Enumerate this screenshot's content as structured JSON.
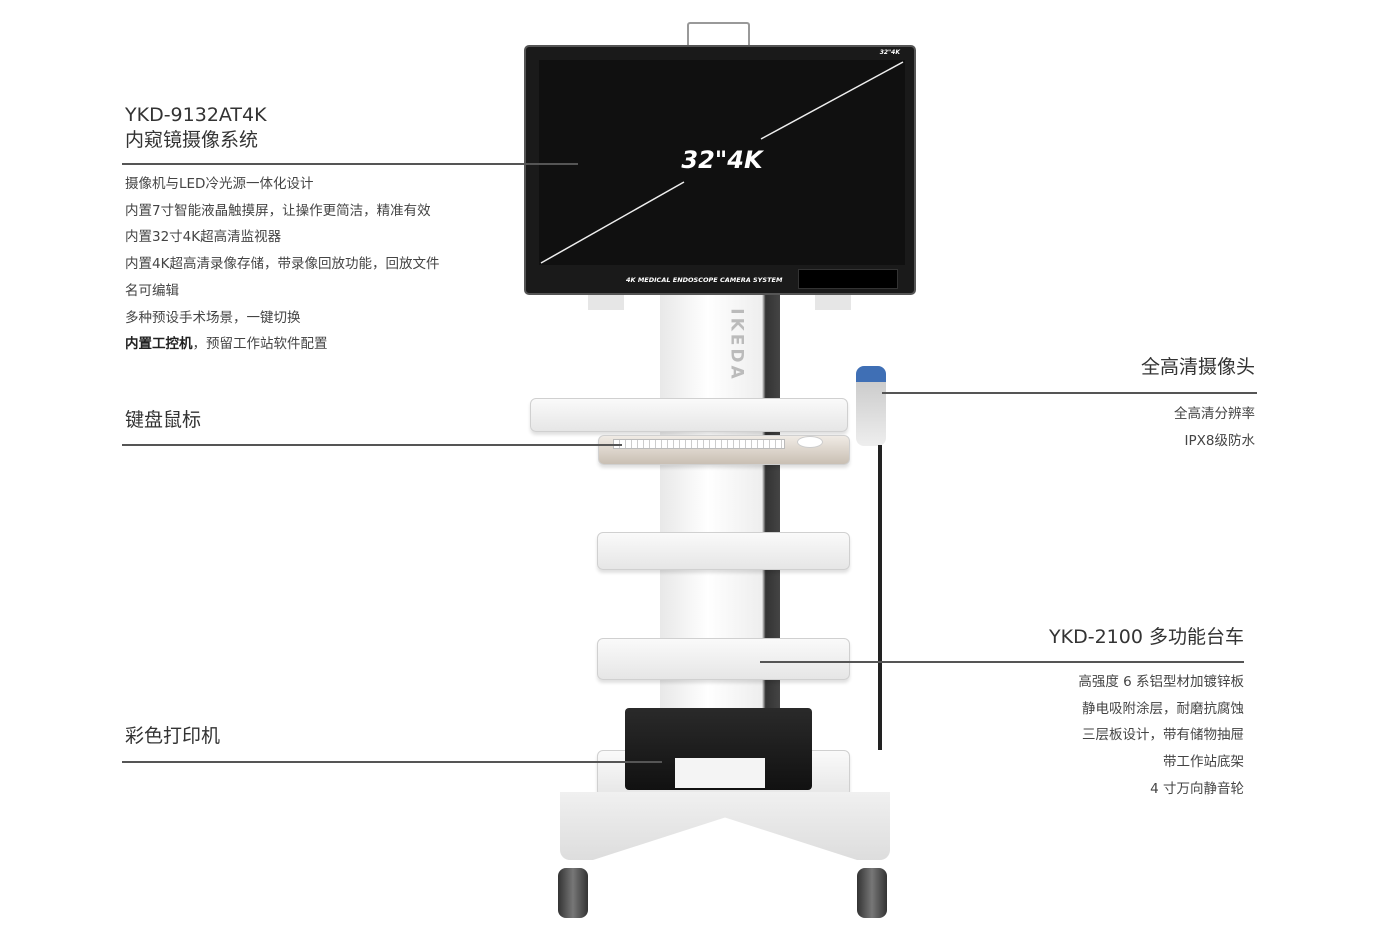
{
  "system": {
    "model": "YKD-9132AT4K",
    "name": "内窥镜摄像系统",
    "features": [
      "摄像机与LED冷光源一体化设计",
      "内置7寸智能液晶触摸屏，让操作更简洁，精准有效",
      "内置32寸4K超高清监视器",
      "内置4K超高清录像存储，带录像回放功能，回放文件",
      "名可编辑",
      "多种预设手术场景，一键切换"
    ],
    "last_feature_bold": "内置工控机",
    "last_feature_rest": "，预留工作站软件配置"
  },
  "keyboard": {
    "title": "键盘鼠标"
  },
  "printer": {
    "title": "彩色打印机"
  },
  "camera": {
    "title": "全高清摄像头",
    "features": [
      "全高清分辨率",
      "IPX8级防水"
    ]
  },
  "cart": {
    "title": "YKD-2100 多功能台车",
    "features": [
      "高强度 6 系铝型材加镀锌板",
      "静电吸附涂层，耐磨抗腐蚀",
      "三层板设计，带有储物抽屉",
      "带工作站底架",
      "4 寸万向静音轮"
    ]
  },
  "monitor": {
    "size_label": "32\"4K",
    "corner_label": "32\"4K",
    "bottom_label": "4K MEDICAL ENDOSCOPE CAMERA SYSTEM"
  },
  "brand": "IKEDA",
  "colors": {
    "text": "#333333",
    "line": "#555555",
    "bezel": "#1a1a1a"
  }
}
